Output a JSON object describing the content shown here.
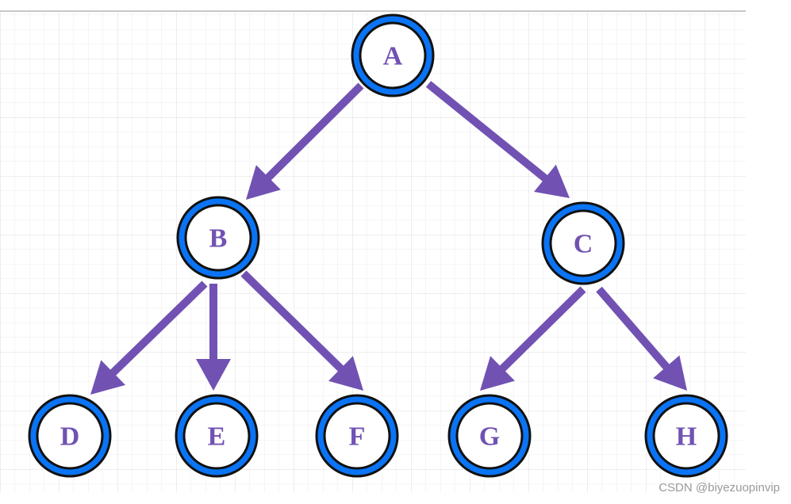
{
  "diagram": {
    "type": "tree",
    "colors": {
      "node_ring": "#0a74f5",
      "node_outline": "#111111",
      "node_fill": "#ffffff",
      "label": "#7152b3",
      "edge": "#7152b3",
      "grid_minor": "#ececec",
      "grid_major": "#dcdcdc",
      "top_border": "#c8c8c8"
    },
    "nodes": [
      {
        "id": "A",
        "label": "A"
      },
      {
        "id": "B",
        "label": "B"
      },
      {
        "id": "C",
        "label": "C"
      },
      {
        "id": "D",
        "label": "D"
      },
      {
        "id": "E",
        "label": "E"
      },
      {
        "id": "F",
        "label": "F"
      },
      {
        "id": "G",
        "label": "G"
      },
      {
        "id": "H",
        "label": "H"
      }
    ],
    "edges": [
      {
        "from": "A",
        "to": "B"
      },
      {
        "from": "A",
        "to": "C"
      },
      {
        "from": "B",
        "to": "D"
      },
      {
        "from": "B",
        "to": "E"
      },
      {
        "from": "B",
        "to": "F"
      },
      {
        "from": "C",
        "to": "G"
      },
      {
        "from": "C",
        "to": "H"
      }
    ]
  },
  "watermark": "CSDN @biyezuopinvip"
}
